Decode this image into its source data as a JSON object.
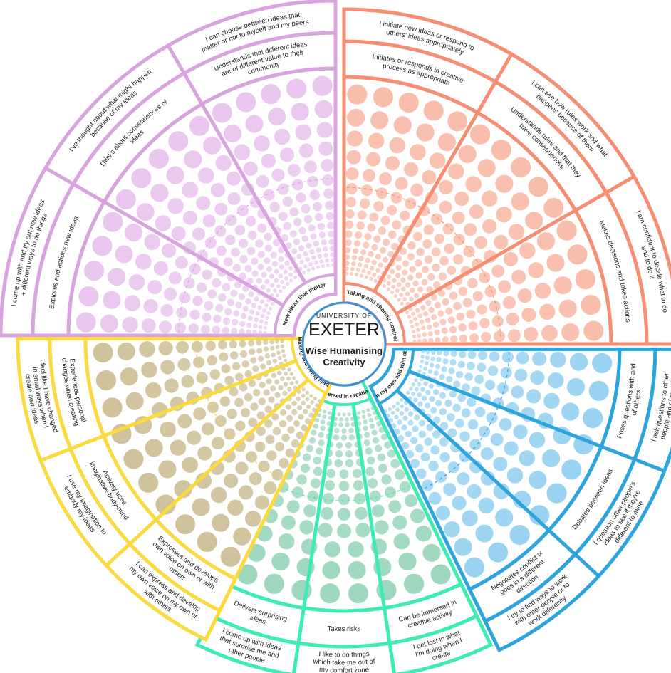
{
  "center": {
    "university": "UNIVERSITY OF",
    "name": "EXETER",
    "title_line1": "Wise Humanising",
    "title_line2": "Creativity"
  },
  "sectors": [
    {
      "id": "new-ideas",
      "label": "New ideas that matter",
      "color": "#d9a3e0",
      "dot": "#e7bfec",
      "items": [
        {
          "outer": "I come up with and try out new ideas + different ways to do things",
          "inner": "Explores and actions new ideas"
        },
        {
          "outer": "I've thought about what might happen because of my ideas",
          "inner": "Thinks about consequences of ideas"
        },
        {
          "outer": "I can choose between ideas that matter or not to myself and my peers",
          "inner": "Understands that different ideas are of different value to their community"
        }
      ]
    },
    {
      "id": "taking-sharing-control",
      "label": "Taking and sharing control",
      "color": "#f58e72",
      "dot": "#f8b4a0",
      "items": [
        {
          "outer": "I initiate new ideas or respond to others' ideas appropriately",
          "inner": "Initiates or responds in creative process as appropriate"
        },
        {
          "outer": "I can see how rules work and what happens because of them",
          "inner": "Understands rules and that they have consequences"
        },
        {
          "outer": "I am confident to decide what to do and to do it",
          "inner": "Makes decisions and takes actions"
        }
      ]
    },
    {
      "id": "working-own-others",
      "label": "Working on my own and with other people",
      "color": "#2ea4dc",
      "dot": "#8ccdf0",
      "items": [
        {
          "outer": "I ask questions to other people and of myself",
          "inner": "Poses questions with and of others"
        },
        {
          "outer": "I question other people's ideas to see if they're different to mine",
          "inner": "Debates between ideas"
        },
        {
          "outer": "I try to find ways to work with other people or to work differently",
          "inner": "Negotiates conflict or goes in a different direction"
        }
      ]
    },
    {
      "id": "immersed",
      "label": "Immersed in creating",
      "color": "#3eeab6",
      "dot": "#8fd2b5",
      "items": [
        {
          "outer": "I get lost in what I'm doing when I create",
          "inner": "Can be immersed in creative activity"
        },
        {
          "outer": "I like to do things which take me out of my comfort zone",
          "inner": "Takes risks"
        },
        {
          "outer": "I come up with ideas that surprise me and other people",
          "inner": "Delivers surprising ideas"
        }
      ]
    },
    {
      "id": "making-being-made",
      "label": "Making and being made",
      "color": "#fada3e",
      "dot": "#c9b98c",
      "items": [
        {
          "outer": "I can express and develop my own voice on my own or with others",
          "inner": "Expresses and develops own voice on own or with others"
        },
        {
          "outer": "I use my imagination to embody my ideas",
          "inner": "Actively uses imaginative body-mind"
        },
        {
          "outer": "I feel like I have changed in small ways when I create new ideas",
          "inner": "Experiences personal changes when creating"
        }
      ]
    }
  ]
}
